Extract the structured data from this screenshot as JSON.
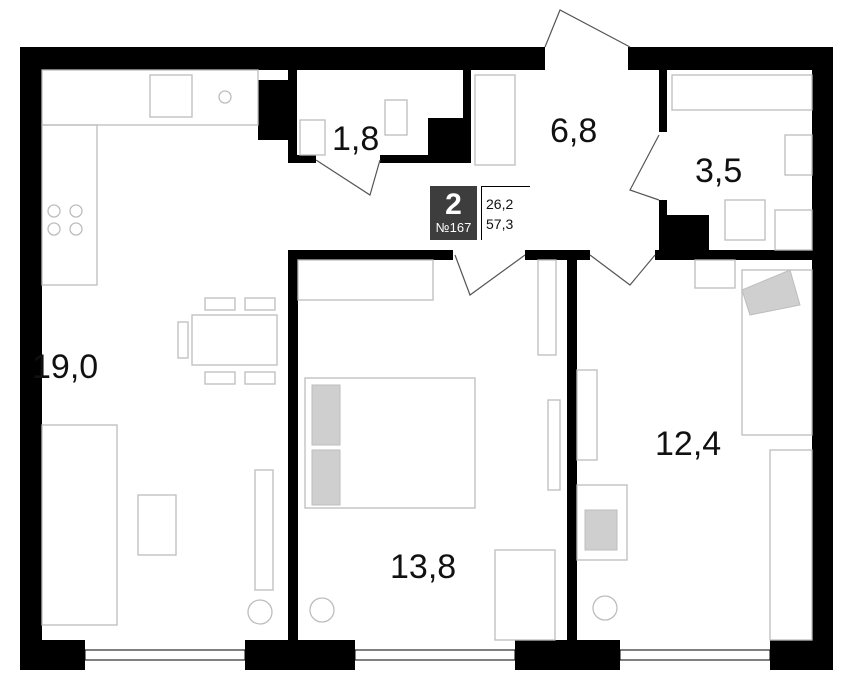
{
  "plan": {
    "rooms": [
      {
        "name": "living-kitchen",
        "area": "19,0"
      },
      {
        "name": "bathroom-small",
        "area": "1,8"
      },
      {
        "name": "hallway",
        "area": "6,8"
      },
      {
        "name": "bathroom",
        "area": "3,5"
      },
      {
        "name": "bedroom",
        "area": "13,8"
      },
      {
        "name": "bedroom-small",
        "area": "12,4"
      }
    ],
    "badge": {
      "rooms": "2",
      "number": "№167",
      "living_area": "26,2",
      "total_area": "57,3"
    },
    "colors": {
      "wall": "#000000",
      "furniture": "#bdbdbd",
      "badge": "#3d3d3d"
    }
  }
}
